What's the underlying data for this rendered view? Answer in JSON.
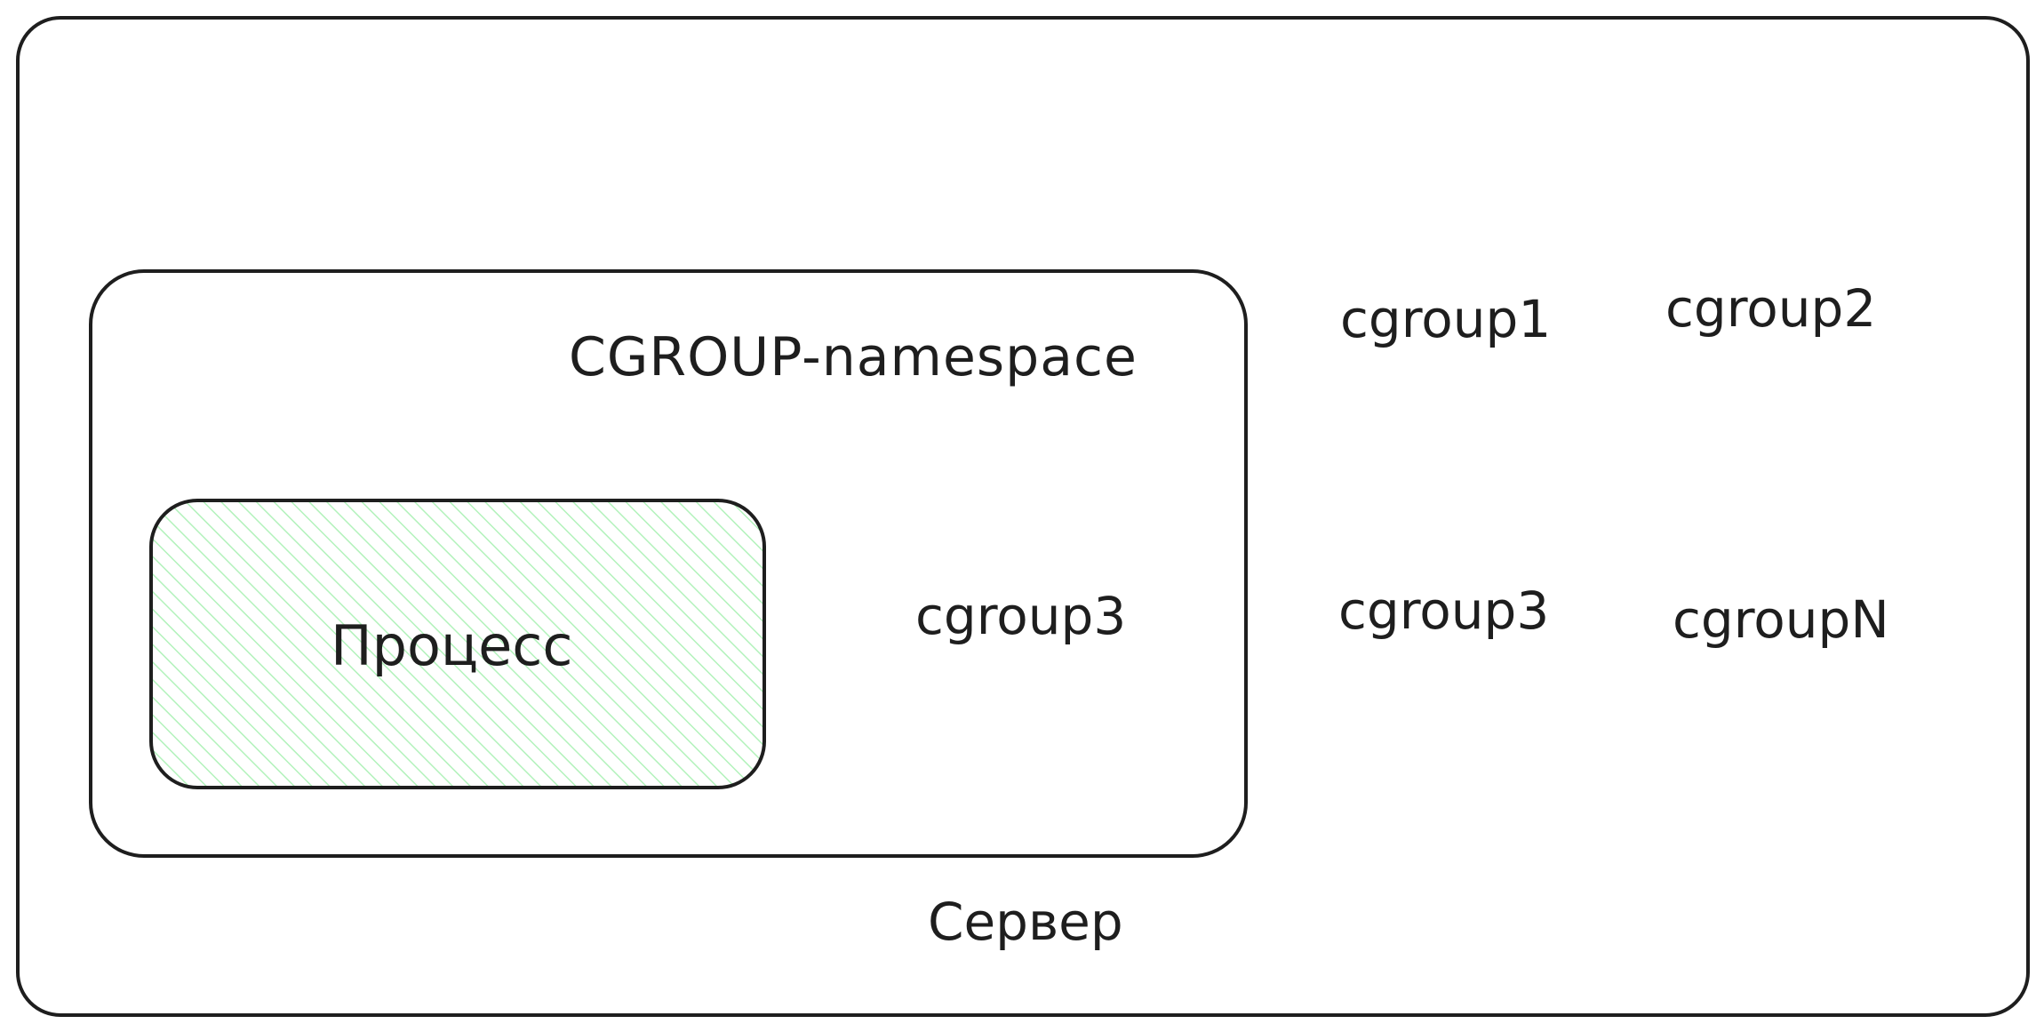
{
  "diagram": {
    "server": {
      "label": "Сервер"
    },
    "namespace": {
      "label": "CGROUP-namespace"
    },
    "process": {
      "label": "Процесс",
      "fill_color": "#b2f2bb"
    },
    "inner_cgroup": {
      "label": "cgroup3"
    },
    "cgroups": [
      {
        "label": "cgroup1"
      },
      {
        "label": "cgroup2"
      },
      {
        "label": "cgroup3"
      },
      {
        "label": "cgroupN"
      }
    ],
    "stroke_color": "#1e1e1e"
  }
}
